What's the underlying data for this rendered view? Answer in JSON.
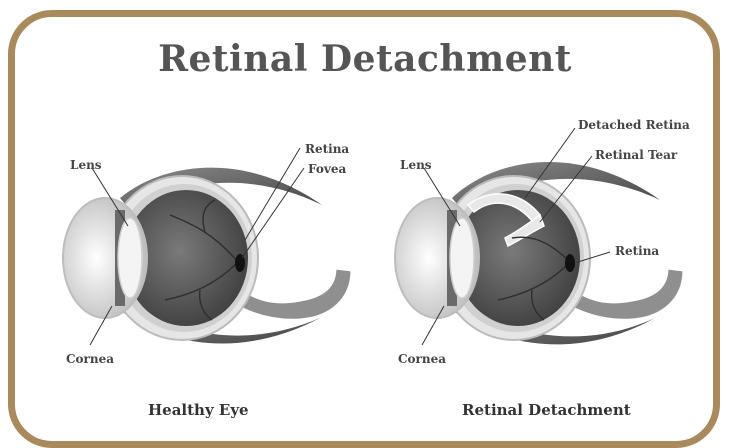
{
  "title": "Retinal Detachment",
  "healthy": {
    "caption": "Healthy Eye",
    "labels": {
      "lens": "Lens",
      "cornea": "Cornea",
      "retina": "Retina",
      "fovea": "Fovea"
    }
  },
  "detached": {
    "caption": "Retinal Detachment",
    "labels": {
      "lens": "Lens",
      "cornea": "Cornea",
      "retina": "Retina",
      "detached_retina": "Detached Retina",
      "retinal_tear": "Retinal Tear"
    }
  },
  "colors": {
    "frame": "#a98a5c",
    "title": "#555555"
  }
}
